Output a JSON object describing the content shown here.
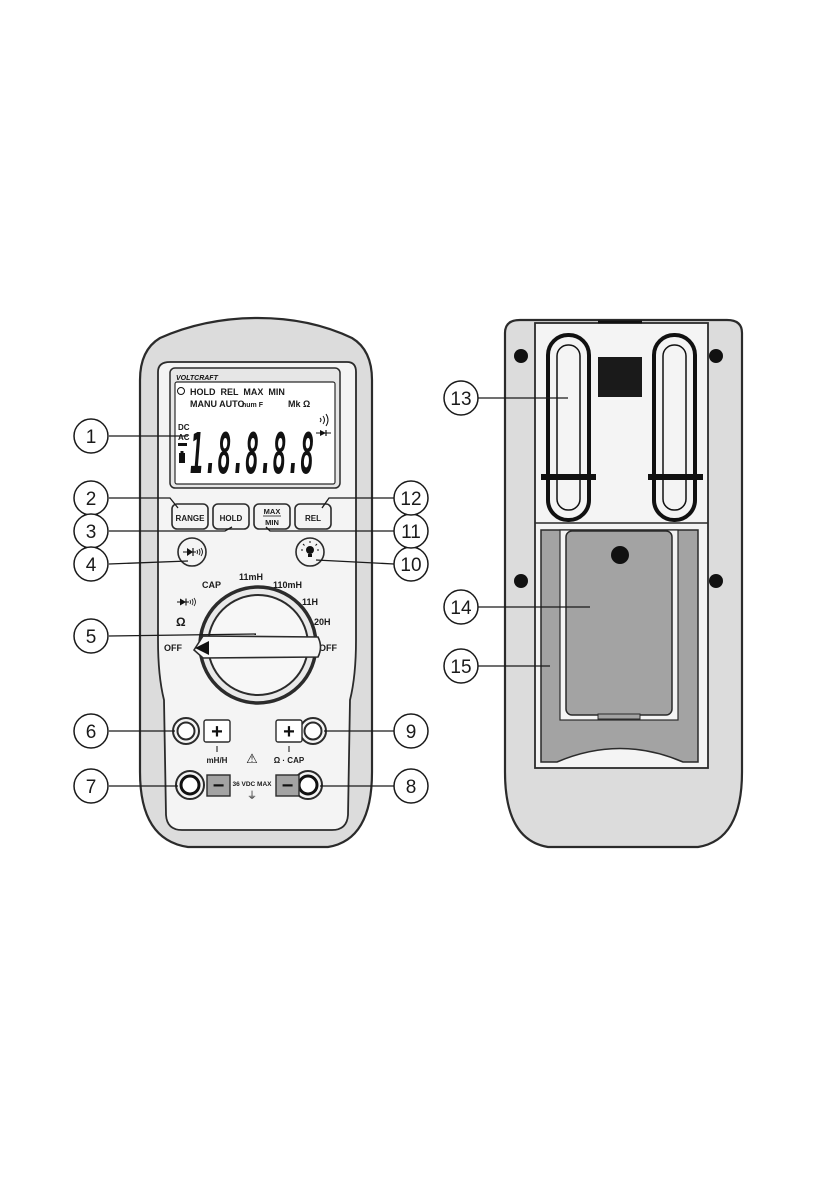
{
  "front": {
    "brand": "VOLTCRAFT",
    "lcd": {
      "row1": "HOLD  REL  MAX  MIN",
      "row2": "MANU AUTO",
      "units_small": "num F",
      "units_right": "Mk Ω",
      "dc": "DC",
      "ac": "AC",
      "digits": "1.8.8.8.8"
    },
    "buttons": {
      "range": "RANGE",
      "hold": "HOLD",
      "max": "MAX",
      "min": "MIN",
      "rel": "REL"
    },
    "dial": {
      "cap": "CAP",
      "mh11": "11mH",
      "mh110": "110mH",
      "h11": "11H",
      "h20": "20H",
      "off_left": "OFF",
      "off_right": "OFF",
      "ohm": "Ω"
    },
    "jacks": {
      "plus": "+",
      "minus": "−",
      "mhh": "mH/H",
      "ohm_cap": "Ω · CAP",
      "max_voltage": "36 VDC MAX",
      "warning": "⚠",
      "ground": "⏚"
    }
  },
  "callouts": [
    "1",
    "2",
    "3",
    "4",
    "5",
    "6",
    "7",
    "8",
    "9",
    "10",
    "11",
    "12",
    "13",
    "14",
    "15"
  ],
  "colors": {
    "body": "#dcdcdc",
    "outline": "#2b2b2b",
    "panel_dark": "#a3a3a3",
    "lcd_bg": "#ffffff"
  }
}
